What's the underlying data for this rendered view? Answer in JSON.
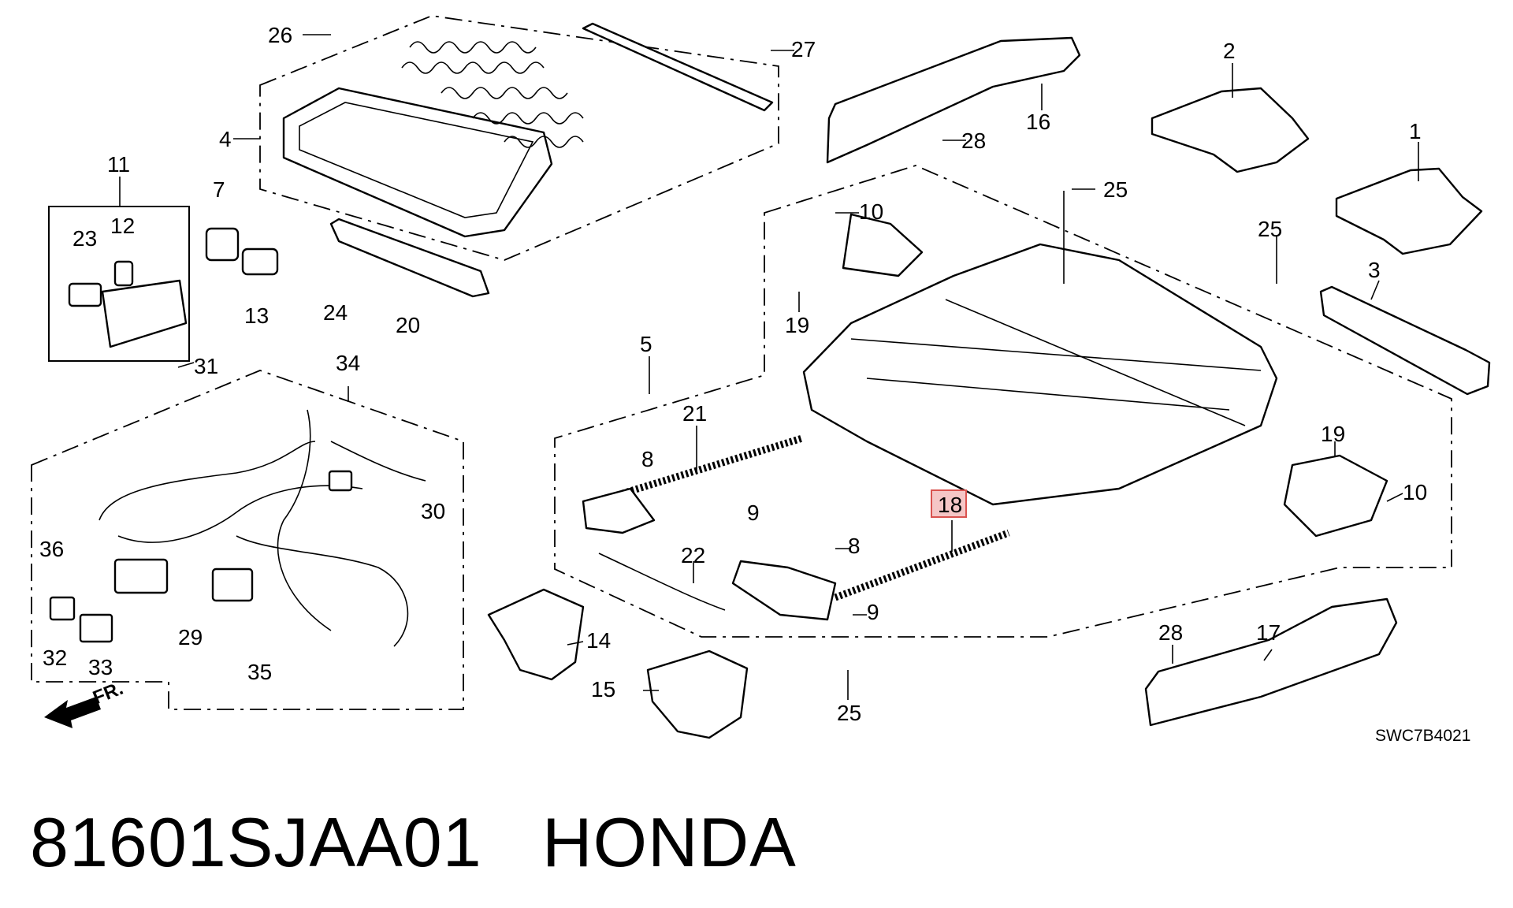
{
  "part_number_caption": "81601SJAA01",
  "brand_caption": "HONDA",
  "diagram_code": "SWC7B4021",
  "front_arrow_label": "FR.",
  "highlighted_callout": "18",
  "callouts": {
    "c1": "1",
    "c2": "2",
    "c3": "3",
    "c4": "4",
    "c5": "5",
    "c7": "7",
    "c8a": "8",
    "c8b": "8",
    "c9a": "9",
    "c9b": "9",
    "c10a": "10",
    "c10b": "10",
    "c11": "11",
    "c12": "12",
    "c13": "13",
    "c14": "14",
    "c15": "15",
    "c16": "16",
    "c17": "17",
    "c18": "18",
    "c19a": "19",
    "c19b": "19",
    "c20": "20",
    "c21": "21",
    "c22": "22",
    "c23": "23",
    "c24": "24",
    "c25a": "25",
    "c25b": "25",
    "c25c": "25",
    "c26": "26",
    "c27": "27",
    "c28a": "28",
    "c28b": "28",
    "c29": "29",
    "c30": "30",
    "c31": "31",
    "c32": "32",
    "c33": "33",
    "c34": "34",
    "c35": "35",
    "c36": "36"
  },
  "colors": {
    "highlight_fill": "#f5c6c6",
    "highlight_stroke": "#d9534f",
    "ink": "#000000"
  }
}
